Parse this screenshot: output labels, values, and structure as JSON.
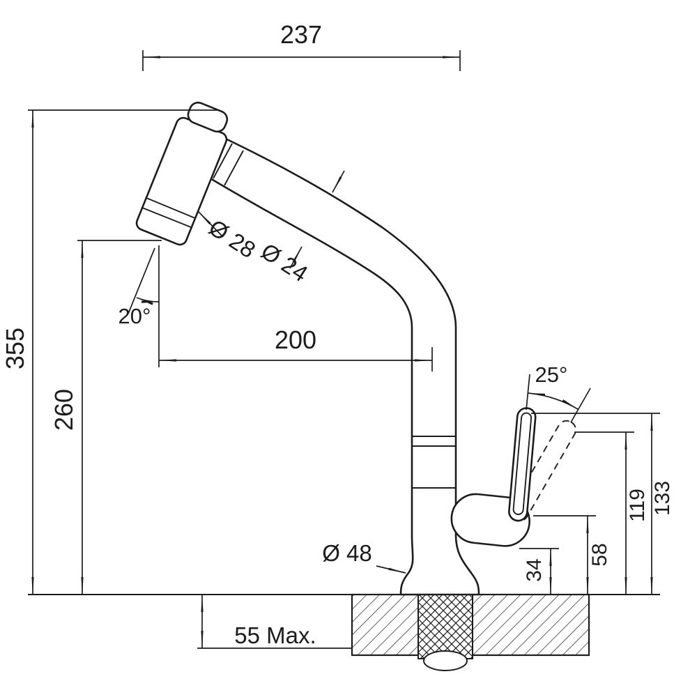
{
  "meta": {
    "title": "Pull-out kitchen faucet dimensional drawing"
  },
  "colors": {
    "line": "#1c1c1c",
    "background": "#ffffff"
  },
  "dims": {
    "d237": "237",
    "d355": "355",
    "d260": "260",
    "d200": "200",
    "a20": "20°",
    "dia28": "Ø 28",
    "dia24": "Ø 24",
    "a25": "25°",
    "d119": "119",
    "d133": "133",
    "d58": "58",
    "d34": "34",
    "dia48": "Ø 48",
    "d55max": "55 Max."
  }
}
